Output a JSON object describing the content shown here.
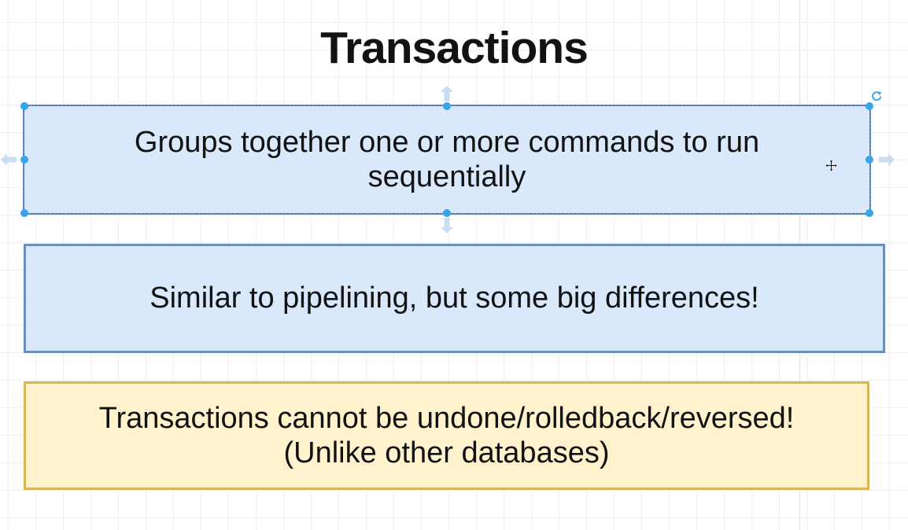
{
  "title": "Transactions",
  "shapes": [
    {
      "id": "groups-commands",
      "lines": [
        "Groups together one or more commands to run",
        "sequentially"
      ],
      "fill": "#dae8fc",
      "stroke": "#6c8ebf",
      "selected": true
    },
    {
      "id": "pipelining-differences",
      "lines": [
        "Similar to pipelining, but some big differences!"
      ],
      "fill": "#dae8fc",
      "stroke": "#6c8ebf",
      "selected": false
    },
    {
      "id": "no-rollback",
      "lines": [
        "Transactions cannot be undone/rolledback/reversed!",
        "(Unlike other databases)"
      ],
      "fill": "#fff2cc",
      "stroke": "#d6b656",
      "selected": false
    }
  ],
  "selection": {
    "selected_shape": "groups-commands",
    "handles": [
      "nw",
      "n",
      "ne",
      "w",
      "e",
      "sw",
      "s",
      "se"
    ],
    "direction_arrows": [
      "up",
      "down",
      "left",
      "right"
    ],
    "icons": [
      "rotate-clockwise-icon",
      "move-cursor-icon",
      "arrow-up-icon",
      "arrow-down-icon",
      "arrow-left-icon",
      "arrow-right-icon"
    ]
  },
  "colors": {
    "canvas_background": "#ffffff",
    "grid_line": "#f1eeee",
    "grid_major_line": "#e2dede",
    "text_color": "#121212",
    "shape_blue_fill": "#dae8fc",
    "shape_blue_stroke": "#6c8ebf",
    "shape_yellow_fill": "#fff2cc",
    "shape_yellow_stroke": "#d6b656",
    "selection_handle": "#38a4e9",
    "selection_outline": "#3b66c9",
    "selection_arrow": "#c9def2"
  }
}
